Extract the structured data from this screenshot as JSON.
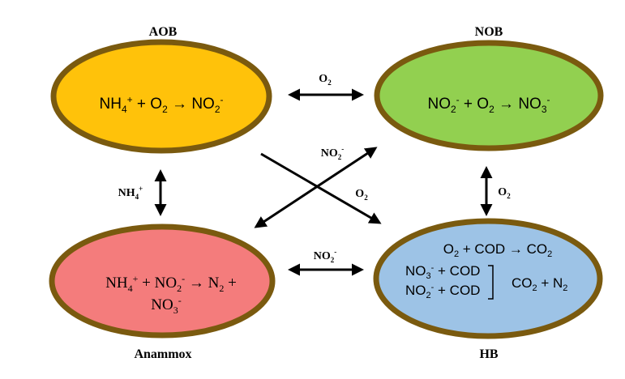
{
  "colors": {
    "outline": "#7a5a0f",
    "aob_fill": "#ffc20a",
    "nob_fill": "#92d050",
    "anammox_fill": "#f47c7c",
    "hb_fill": "#9dc3e6",
    "arrow": "#000000"
  },
  "nodes": {
    "aob": {
      "title": "AOB",
      "reaction": "NH4+ + O2 → NO2-"
    },
    "nob": {
      "title": "NOB",
      "reaction": "NO2- + O2 → NO3-"
    },
    "anammox": {
      "title": "Anammox",
      "reaction_line1": "NH4+ + NO2- → N2 +",
      "reaction_line2": "NO3-"
    },
    "hb": {
      "title": "HB",
      "reaction1": "O2 + COD → CO2",
      "reaction2a": "NO3- + COD",
      "reaction2b": "NO2- + COD",
      "product": "CO2 + N2"
    }
  },
  "links": {
    "aob_nob": "O2",
    "aob_anammox": "NH4+",
    "nob_hb": "O2",
    "anammox_hb": "NO2-",
    "cross_nob": "NO2-",
    "cross_hb": "O2"
  }
}
